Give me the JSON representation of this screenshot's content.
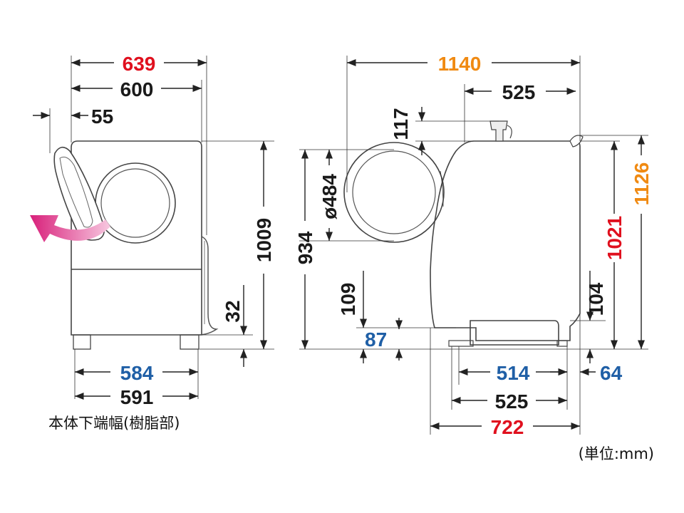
{
  "colors": {
    "black": "#1a1a1a",
    "red": "#e0101e",
    "orange": "#f08a12",
    "blue": "#1f5fa6",
    "accent_arrow": "#e0308a"
  },
  "front_view": {
    "width_overall": "639",
    "width_body": "600",
    "door_offset": "55",
    "height_top": "1009",
    "height_foot": "32",
    "base_width_a": "584",
    "base_width_b": "591",
    "base_caption": "本体下端幅(樹脂部)"
  },
  "side_view": {
    "depth_overall": "1140",
    "depth_top": "525",
    "hose_height": "117",
    "door_diameter": "ø484",
    "door_center_height": "934",
    "door_bottom_height": "109",
    "base_offset": "87",
    "hose_outlet_height": "104",
    "height_body": "1021",
    "height_overall": "1126",
    "base_depth_a": "514",
    "base_offset_right": "64",
    "base_depth_b": "525",
    "base_depth_c": "722"
  },
  "unit_note": "(単位:mm)"
}
